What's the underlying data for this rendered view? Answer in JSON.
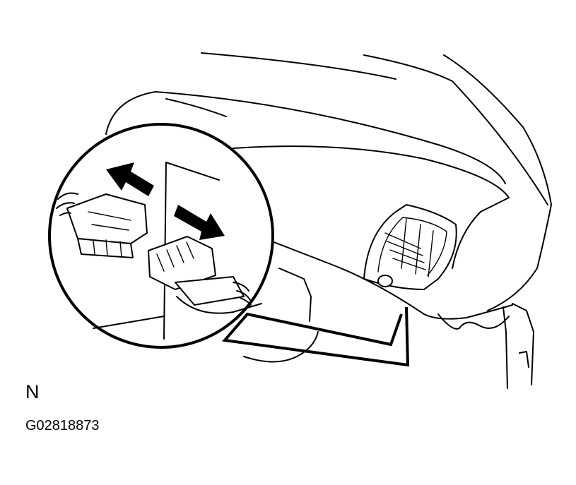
{
  "figure": {
    "view_label": "N",
    "figure_code": "G02818873"
  },
  "icons": {
    "dashboard": "dashboard-panel-illustration",
    "connector_location": "connector-location-icon",
    "detail": "connector-detail-magnifier-icon",
    "disconnect": "disconnect-arrow-icon",
    "connect": "connect-arrow-icon"
  }
}
